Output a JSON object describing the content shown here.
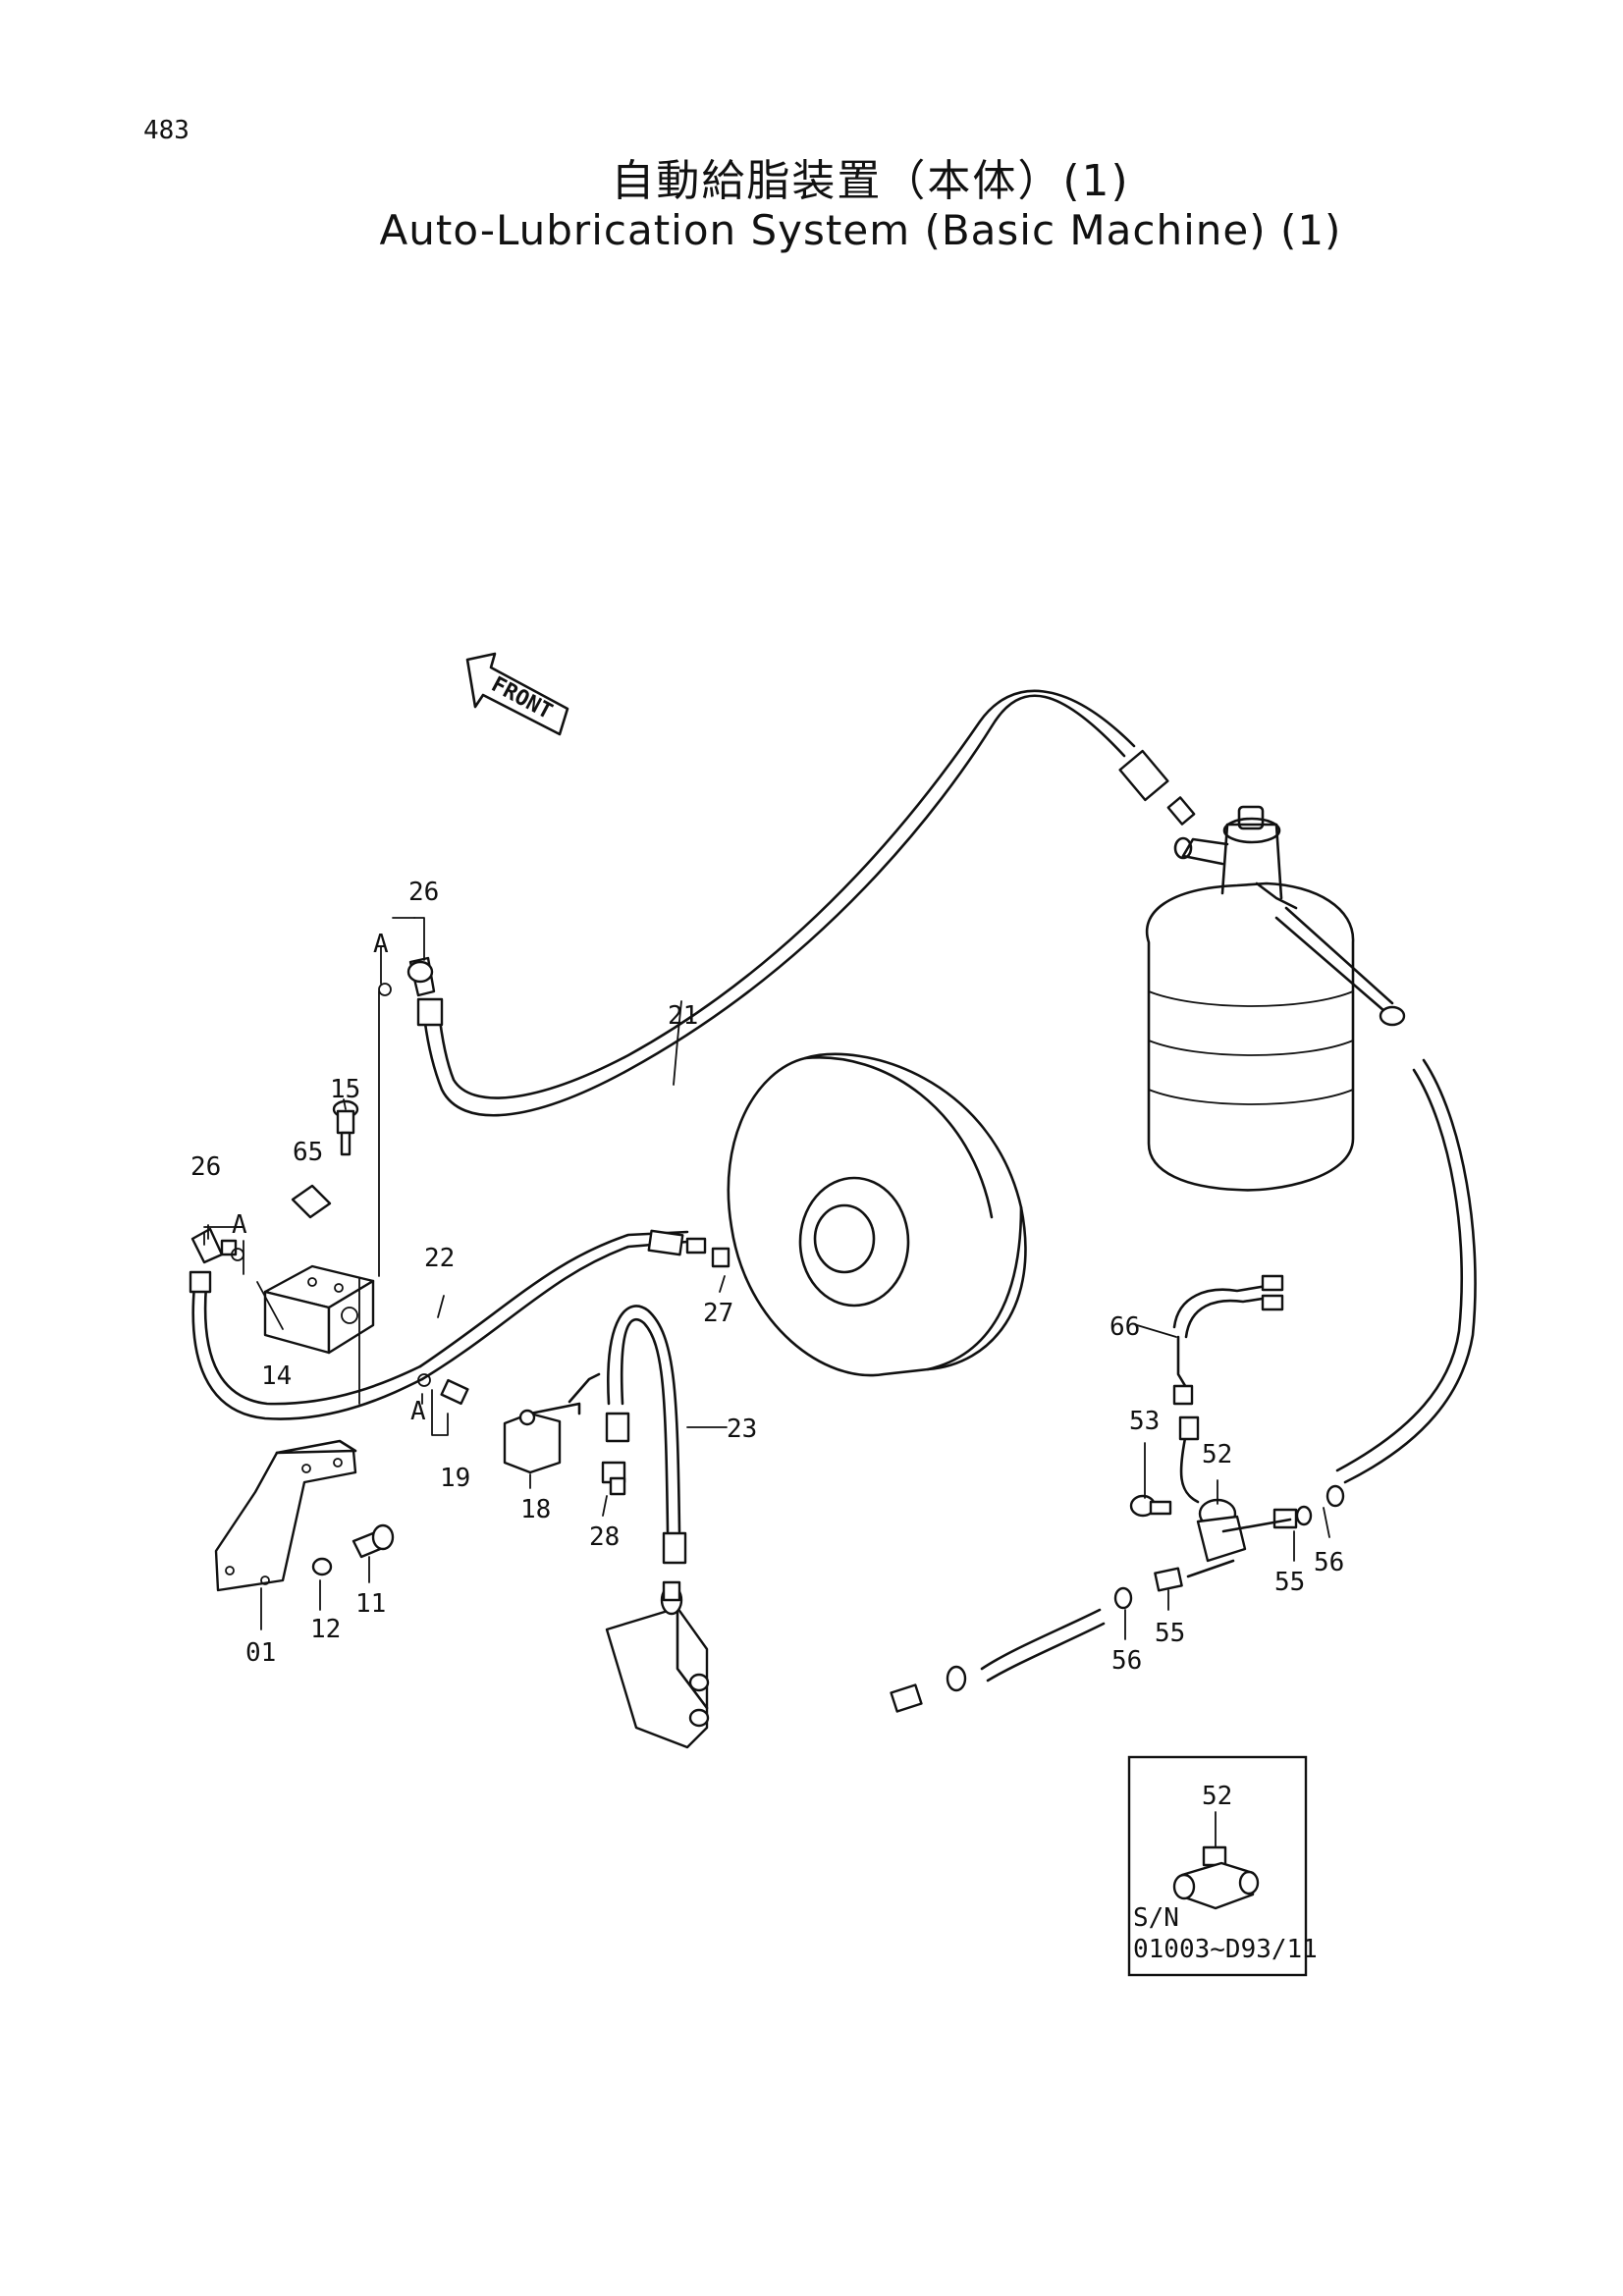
{
  "page": {
    "number": "483"
  },
  "title": {
    "japanese": "自動給脂装置（本体）(1)",
    "english": "Auto-Lubrication System (Basic Machine) (1)"
  },
  "direction_marker": {
    "text": "FRONT"
  },
  "part_labels": {
    "p26a": "26",
    "p26b": "26",
    "pA1": "A",
    "pA2": "A",
    "pA3": "A",
    "p15": "15",
    "p65": "65",
    "p21": "21",
    "p22": "22",
    "p14": "14",
    "p27": "27",
    "p23": "23",
    "p19": "19",
    "p18": "18",
    "p28": "28",
    "p01": "01",
    "p12": "12",
    "p11": "11",
    "p66": "66",
    "p53": "53",
    "p52": "52",
    "p55a": "55",
    "p55b": "55",
    "p56a": "56",
    "p56b": "56"
  },
  "inset": {
    "part_label": "52",
    "serial_prefix": "S/N",
    "serial_range": "01003~D93/11"
  }
}
